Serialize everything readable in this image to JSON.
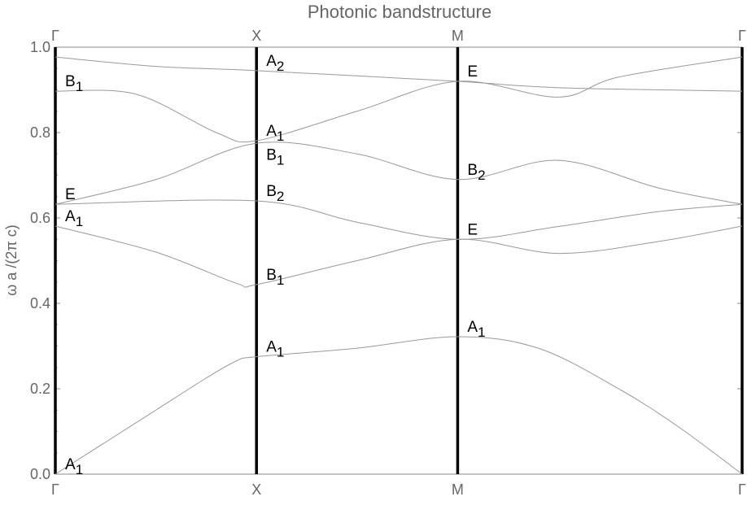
{
  "chart_data": {
    "type": "line",
    "title": "Photonic bandstructure",
    "xlabel": "",
    "ylabel": "ω a /(2π c)",
    "ylim": [
      0,
      1
    ],
    "xlim": [
      0,
      3.414
    ],
    "grid": false,
    "high_symmetry_points": [
      {
        "label": "Γ",
        "x": 0
      },
      {
        "label": "X",
        "x": 1
      },
      {
        "label": "M",
        "x": 2
      },
      {
        "label": "Γ",
        "x": 3.414
      }
    ],
    "yticks": [
      0.0,
      0.2,
      0.4,
      0.6,
      0.8,
      1.0
    ],
    "ytick_labels": [
      "0.0",
      "0.2",
      "0.4",
      "0.6",
      "0.8",
      "1.0"
    ],
    "series": [
      {
        "name": "band1",
        "points": [
          [
            0,
            0
          ],
          [
            0.25,
            0.075
          ],
          [
            0.5,
            0.15
          ],
          [
            0.75,
            0.225
          ],
          [
            0.9,
            0.265
          ],
          [
            1,
            0.275
          ],
          [
            1.5,
            0.295
          ],
          [
            2,
            0.322
          ],
          [
            2.4,
            0.295
          ],
          [
            2.8,
            0.2
          ],
          [
            3.1,
            0.11
          ],
          [
            3.414,
            0
          ]
        ]
      },
      {
        "name": "band2",
        "points": [
          [
            0,
            0.581
          ],
          [
            0.5,
            0.52
          ],
          [
            0.9,
            0.447
          ],
          [
            1,
            0.444
          ],
          [
            1.5,
            0.5
          ],
          [
            2,
            0.55
          ],
          [
            2.5,
            0.517
          ],
          [
            3.0,
            0.545
          ],
          [
            3.414,
            0.581
          ]
        ]
      },
      {
        "name": "band3",
        "points": [
          [
            0,
            0.632
          ],
          [
            1,
            0.64
          ],
          [
            1.5,
            0.59
          ],
          [
            2,
            0.55
          ],
          [
            2.5,
            0.58
          ],
          [
            3.0,
            0.615
          ],
          [
            3.414,
            0.632
          ]
        ]
      },
      {
        "name": "band4",
        "points": [
          [
            0,
            0.632
          ],
          [
            0.5,
            0.69
          ],
          [
            1,
            0.775
          ],
          [
            1.5,
            0.75
          ],
          [
            2,
            0.69
          ],
          [
            2.5,
            0.735
          ],
          [
            3.0,
            0.67
          ],
          [
            3.414,
            0.632
          ]
        ]
      },
      {
        "name": "band5",
        "points": [
          [
            0,
            0.897
          ],
          [
            0.4,
            0.89
          ],
          [
            0.8,
            0.8
          ],
          [
            1,
            0.781
          ],
          [
            1.5,
            0.85
          ],
          [
            2,
            0.92
          ],
          [
            2.5,
            0.883
          ],
          [
            2.8,
            0.93
          ],
          [
            3.414,
            0.977
          ]
        ]
      },
      {
        "name": "band6",
        "points": [
          [
            0,
            0.977
          ],
          [
            0.5,
            0.955
          ],
          [
            1,
            0.945
          ],
          [
            2,
            0.92
          ],
          [
            2.5,
            0.905
          ],
          [
            3.414,
            0.897
          ]
        ]
      }
    ],
    "annotations": [
      {
        "text": "A",
        "sub": "1",
        "x": 0,
        "y": 0
      },
      {
        "text": "A",
        "sub": "1",
        "x": 0,
        "y": 0.581
      },
      {
        "text": "E",
        "sub": "",
        "x": 0,
        "y": 0.632
      },
      {
        "text": "B",
        "sub": "1",
        "x": 0,
        "y": 0.897
      },
      {
        "text": "A",
        "sub": "1",
        "x": 1,
        "y": 0.275
      },
      {
        "text": "B",
        "sub": "1",
        "x": 1,
        "y": 0.444
      },
      {
        "text": "B",
        "sub": "2",
        "x": 1,
        "y": 0.64
      },
      {
        "text": "B",
        "sub": "1",
        "x": 1,
        "y": 0.725
      },
      {
        "text": "A",
        "sub": "1",
        "x": 1,
        "y": 0.781
      },
      {
        "text": "A",
        "sub": "2",
        "x": 1,
        "y": 0.945
      },
      {
        "text": "A",
        "sub": "1",
        "x": 2,
        "y": 0.322
      },
      {
        "text": "E",
        "sub": "",
        "x": 2,
        "y": 0.55
      },
      {
        "text": "B",
        "sub": "2",
        "x": 2,
        "y": 0.69
      },
      {
        "text": "E",
        "sub": "",
        "x": 2,
        "y": 0.92
      }
    ]
  }
}
